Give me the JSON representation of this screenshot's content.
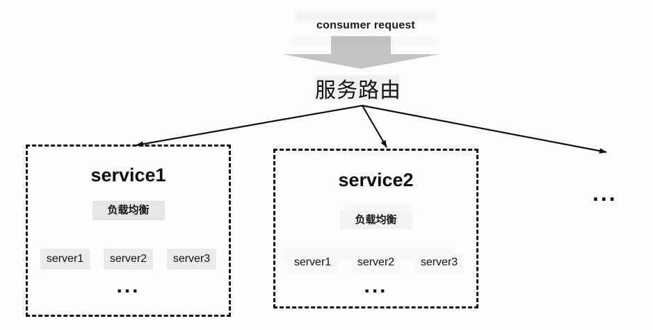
{
  "diagram": {
    "title": "consumer request",
    "routing_label": "服务路由",
    "trailing_ellipsis": "...",
    "arrow_colors": {
      "block_arrow_fill": "#b9b9b9",
      "connector_stroke": "#111111",
      "box_border": "#111111"
    },
    "services": [
      {
        "name": "service1",
        "load_balancer": "负载均衡",
        "servers": [
          "server1",
          "server2",
          "server3"
        ],
        "more": "..."
      },
      {
        "name": "service2",
        "load_balancer": "负载均衡",
        "servers": [
          "server1",
          "server2",
          "server3"
        ],
        "more": "..."
      }
    ]
  }
}
